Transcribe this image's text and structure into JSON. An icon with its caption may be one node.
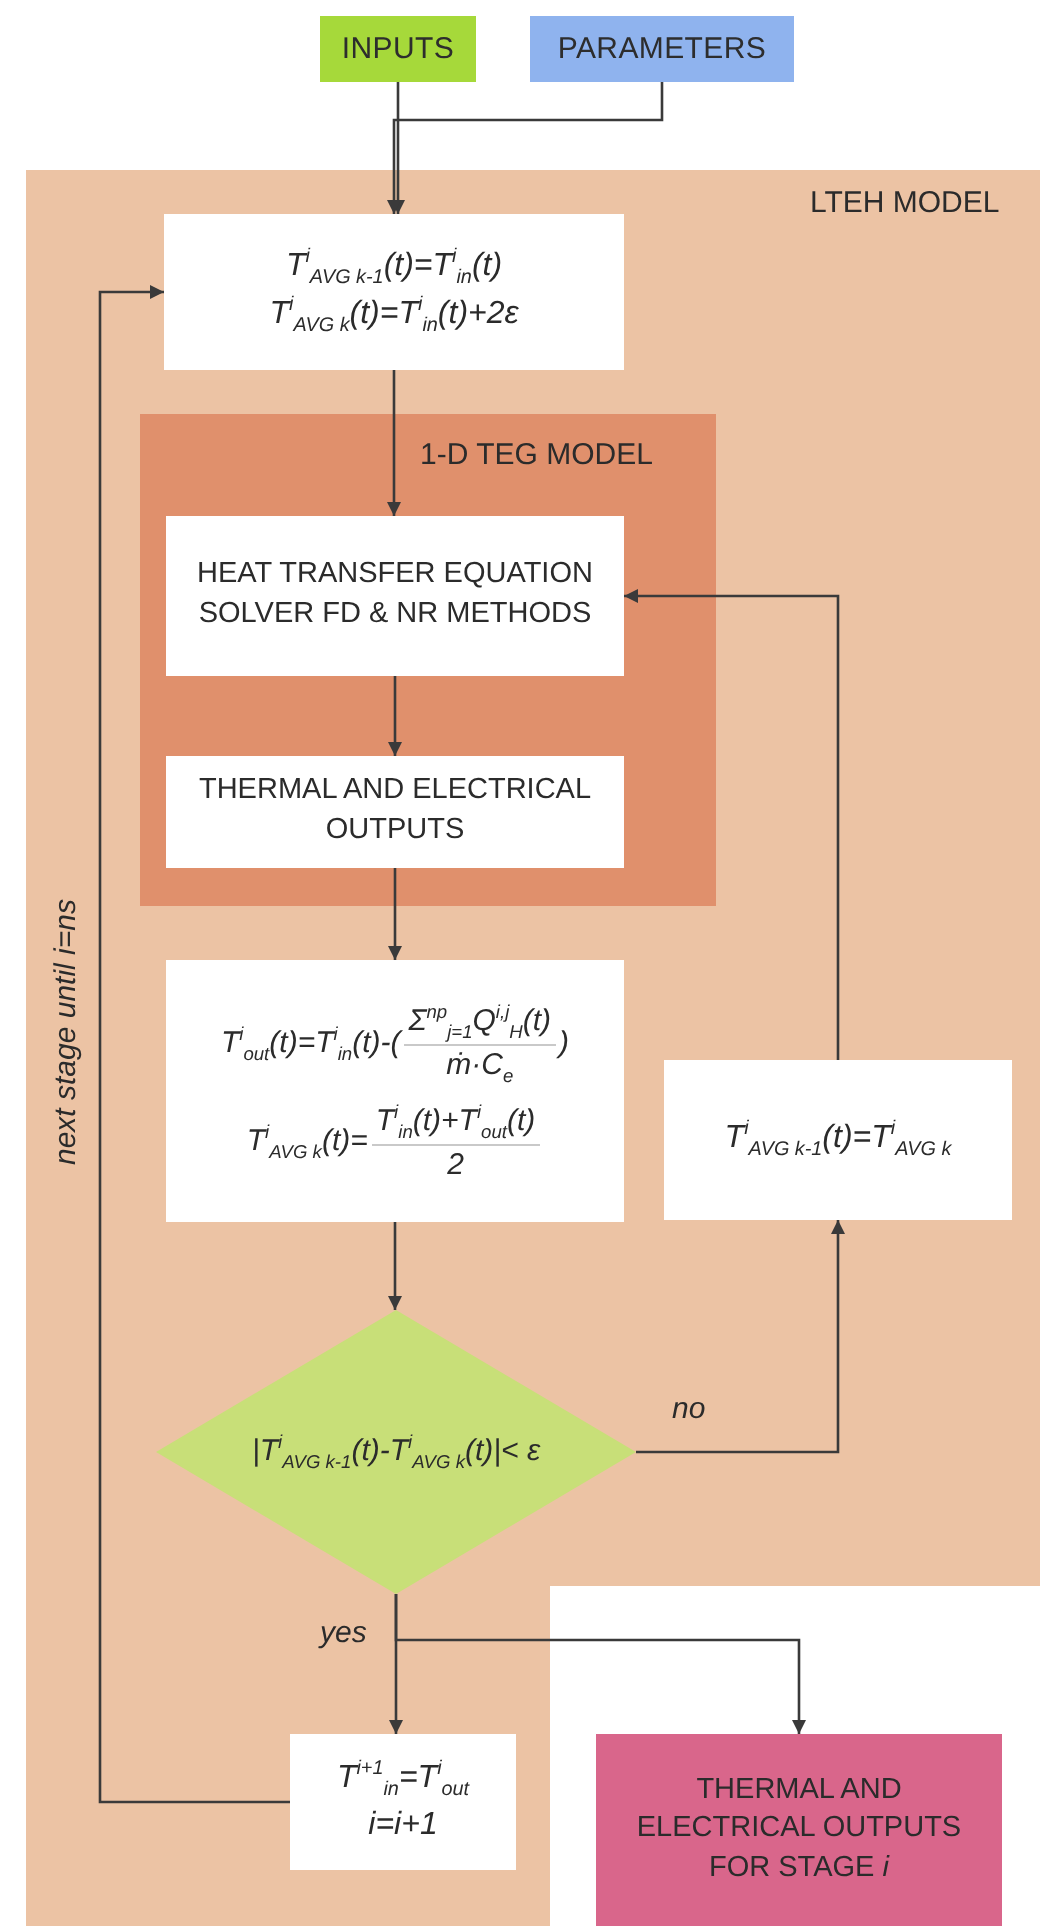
{
  "diagram": {
    "nodes": [
      {
        "text": [
          "INPUTS"
        ]
      },
      {
        "text": [
          "PARAMETERS"
        ]
      },
      {
        "text": [
          "LTEH MODEL"
        ]
      },
      {
        "text": [
          "T$^{i}$$_{AVG k-1}$(t)=T$^{i}$$_{in}$(t)",
          "T$^{i}$$_{AVG k}$(t)=T$^{i}$$_{in}$(t)+2ε"
        ],
        "in": 2
      },
      {
        "text": [
          "1-D TEG MODEL"
        ],
        "in": 2
      },
      {
        "text": [
          "HEAT TRANSFER EQUATION SOLVER FD & NR METHODS"
        ],
        "in": 4
      },
      {
        "text": [
          "THERMAL AND ELECTRICAL OUTPUTS"
        ],
        "in": 4
      },
      {
        "text": [
          "T$^{i}$$_{out}$(t)=T$^{i}$$_{in}$(t)-(",
          "Σ$^{np}$$_{j=1}$Q$^{i,j}$$_{H}$(t)",
          "ṁ·C$_{e}$",
          ")",
          "T$^{i}$$_{AVG k}$(t)=",
          "T$^{i}$$_{in}$(t)+T$^{i}$$_{out}$(t)",
          "2"
        ],
        "in": 2
      },
      {
        "text": [
          "T$^{i}$$_{AVG k-1}$(t)=T$^{i}$$_{AVG k}$"
        ],
        "in": 2
      },
      {
        "text": [
          "|T$^{i}$$_{AVG k-1}$(t)-T$^{i}$$_{AVG k}$(t)|< ε"
        ],
        "in": 2
      },
      {
        "text": [
          "T$^{i+1}$$_{in}$=T$^{i}$$_{out}$",
          "i=i+1"
        ],
        "in": 2
      },
      {
        "text": [
          "THERMAL AND ELECTRICAL OUTPUTS FOR STAGE *i*"
        ]
      }
    ],
    "edges": [
      {
        "from": 0,
        "to": 3,
        "arrow": "to"
      },
      {
        "from": 1,
        "to": 3,
        "arrow": "to"
      },
      {
        "from": 3,
        "to": 5,
        "arrow": "to"
      },
      {
        "from": 5,
        "to": 6,
        "arrow": "to"
      },
      {
        "from": 6,
        "to": 7,
        "arrow": "to"
      },
      {
        "from": 7,
        "to": 9,
        "arrow": "to"
      },
      {
        "from": 9,
        "to": 8,
        "arrow": "to",
        "label": "no"
      },
      {
        "from": 8,
        "to": 5,
        "arrow": "to"
      },
      {
        "from": 9,
        "to": 10,
        "arrow": "to",
        "label": "yes"
      },
      {
        "from": 9,
        "to": 11,
        "arrow": "to"
      },
      {
        "from": 10,
        "to": 3,
        "arrow": "to",
        "label": "next stage until i=ns"
      }
    ]
  }
}
